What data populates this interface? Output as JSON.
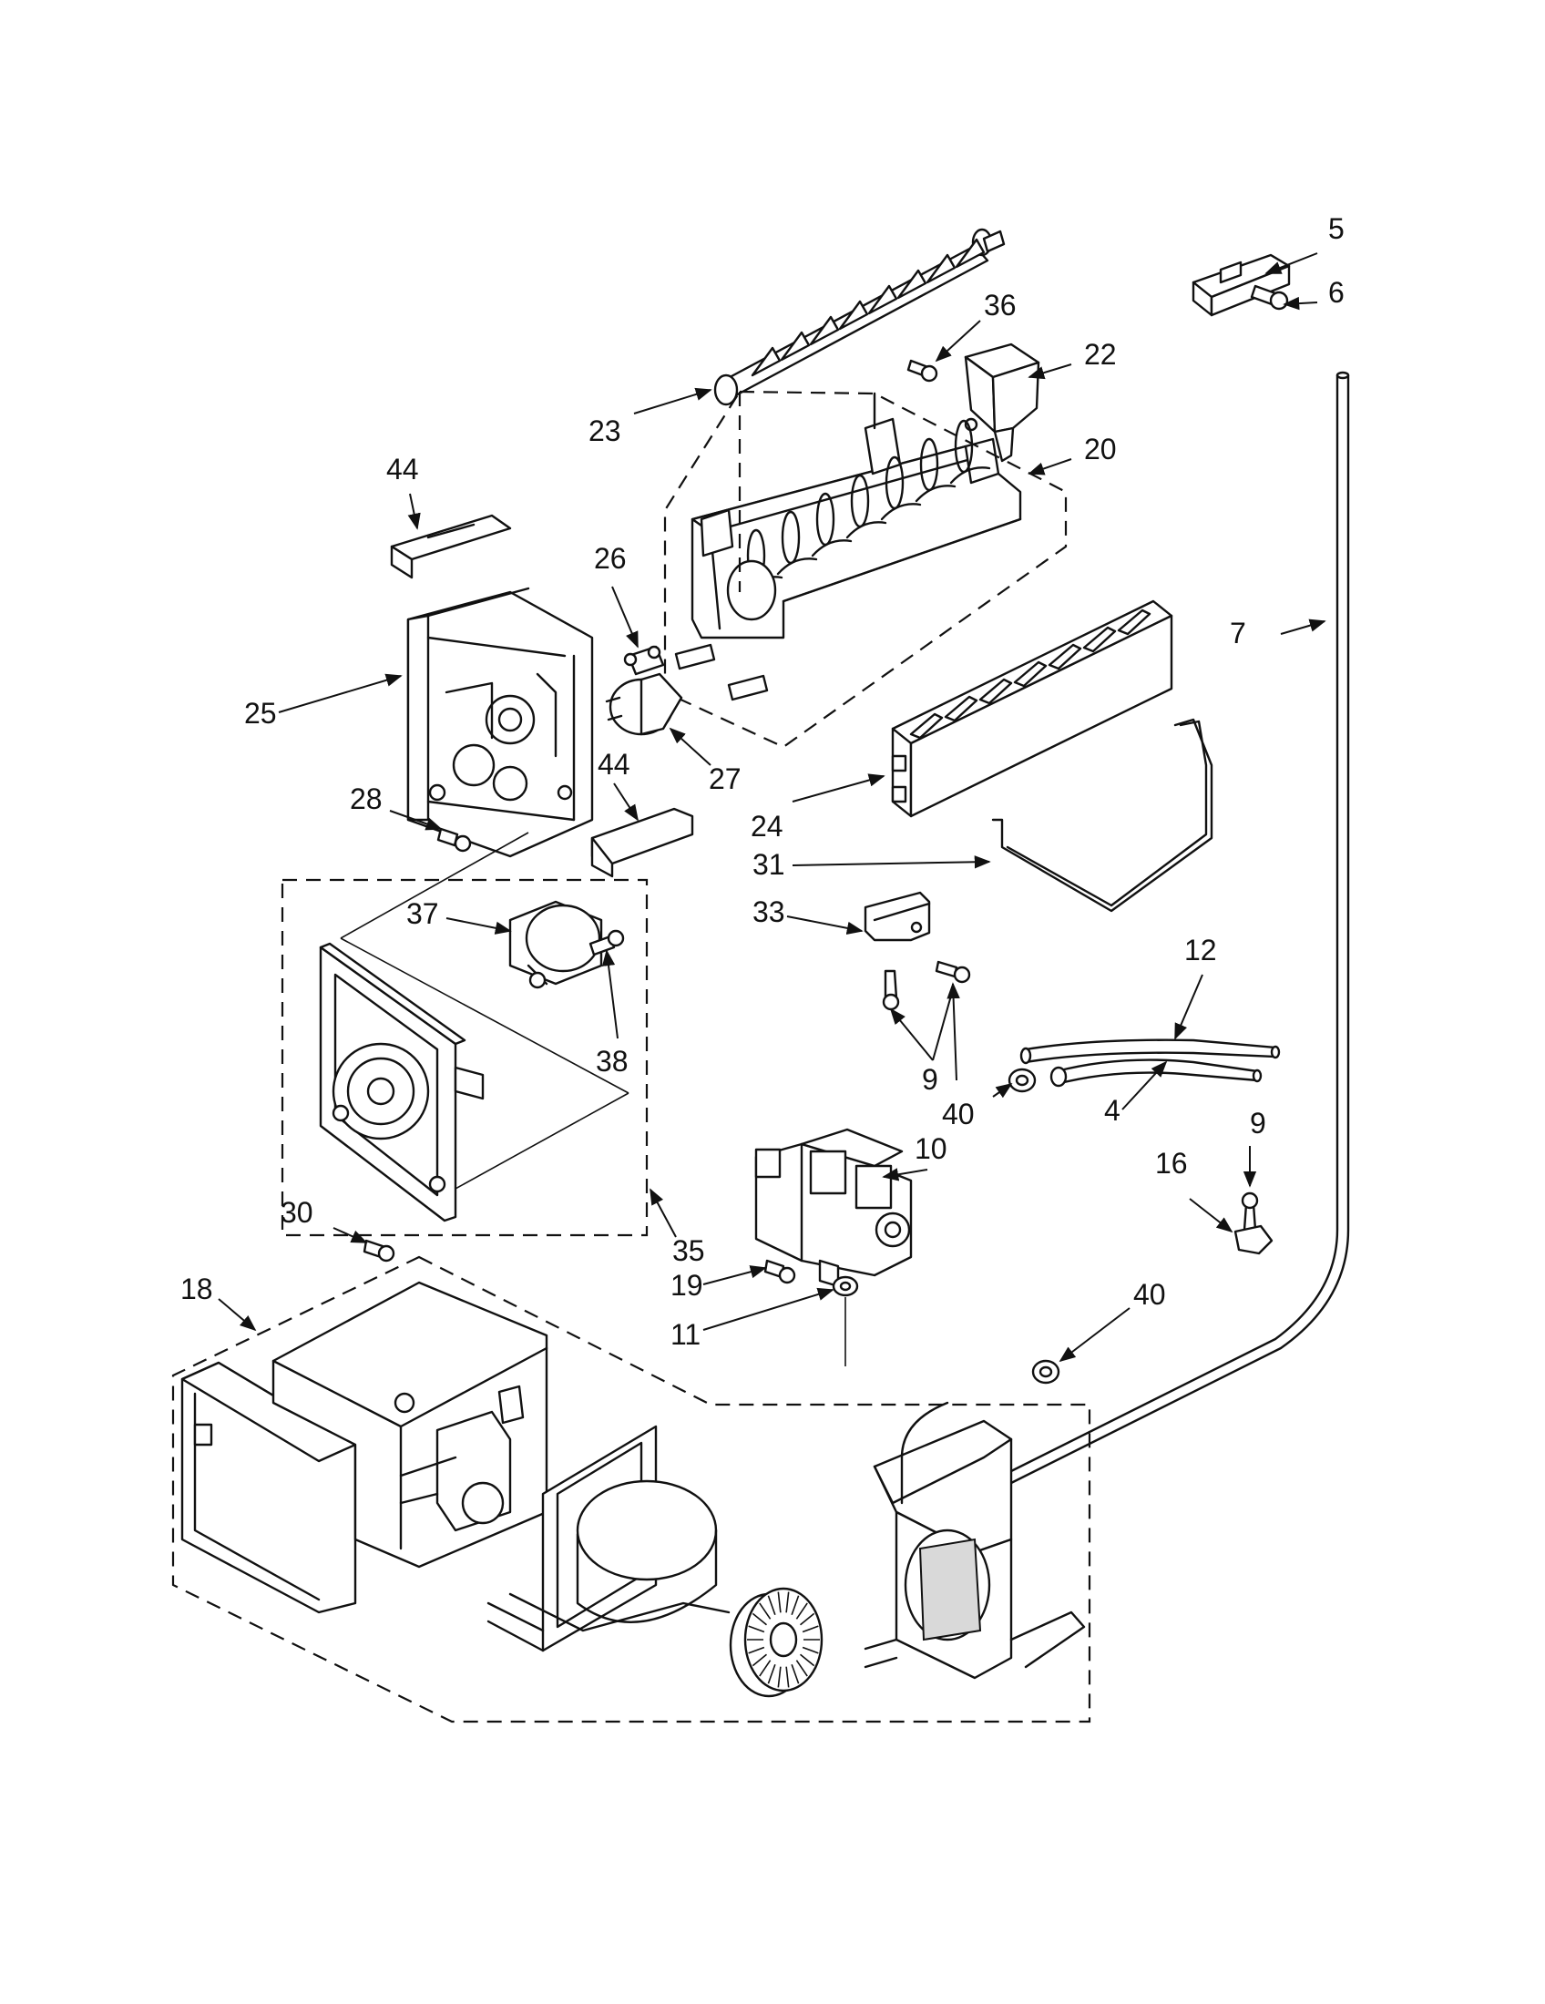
{
  "callouts": [
    {
      "id": "c5",
      "text": "5"
    },
    {
      "id": "c6",
      "text": "6"
    },
    {
      "id": "c36",
      "text": "36"
    },
    {
      "id": "c22",
      "text": "22"
    },
    {
      "id": "c23",
      "text": "23"
    },
    {
      "id": "c20",
      "text": "20"
    },
    {
      "id": "c44a",
      "text": "44"
    },
    {
      "id": "c26",
      "text": "26"
    },
    {
      "id": "c7",
      "text": "7"
    },
    {
      "id": "c25",
      "text": "25"
    },
    {
      "id": "c27",
      "text": "27"
    },
    {
      "id": "c44b",
      "text": "44"
    },
    {
      "id": "c24",
      "text": "24"
    },
    {
      "id": "c28",
      "text": "28"
    },
    {
      "id": "c31",
      "text": "31"
    },
    {
      "id": "c33",
      "text": "33"
    },
    {
      "id": "c12",
      "text": "12"
    },
    {
      "id": "c37",
      "text": "37"
    },
    {
      "id": "c38",
      "text": "38"
    },
    {
      "id": "c9a",
      "text": "9"
    },
    {
      "id": "c40a",
      "text": "40"
    },
    {
      "id": "c4",
      "text": "4"
    },
    {
      "id": "c10",
      "text": "10"
    },
    {
      "id": "c9b",
      "text": "9"
    },
    {
      "id": "c16",
      "text": "16"
    },
    {
      "id": "c30",
      "text": "30"
    },
    {
      "id": "c35",
      "text": "35"
    },
    {
      "id": "c19",
      "text": "19"
    },
    {
      "id": "c18",
      "text": "18"
    },
    {
      "id": "c11",
      "text": "11"
    },
    {
      "id": "c40b",
      "text": "40"
    }
  ]
}
